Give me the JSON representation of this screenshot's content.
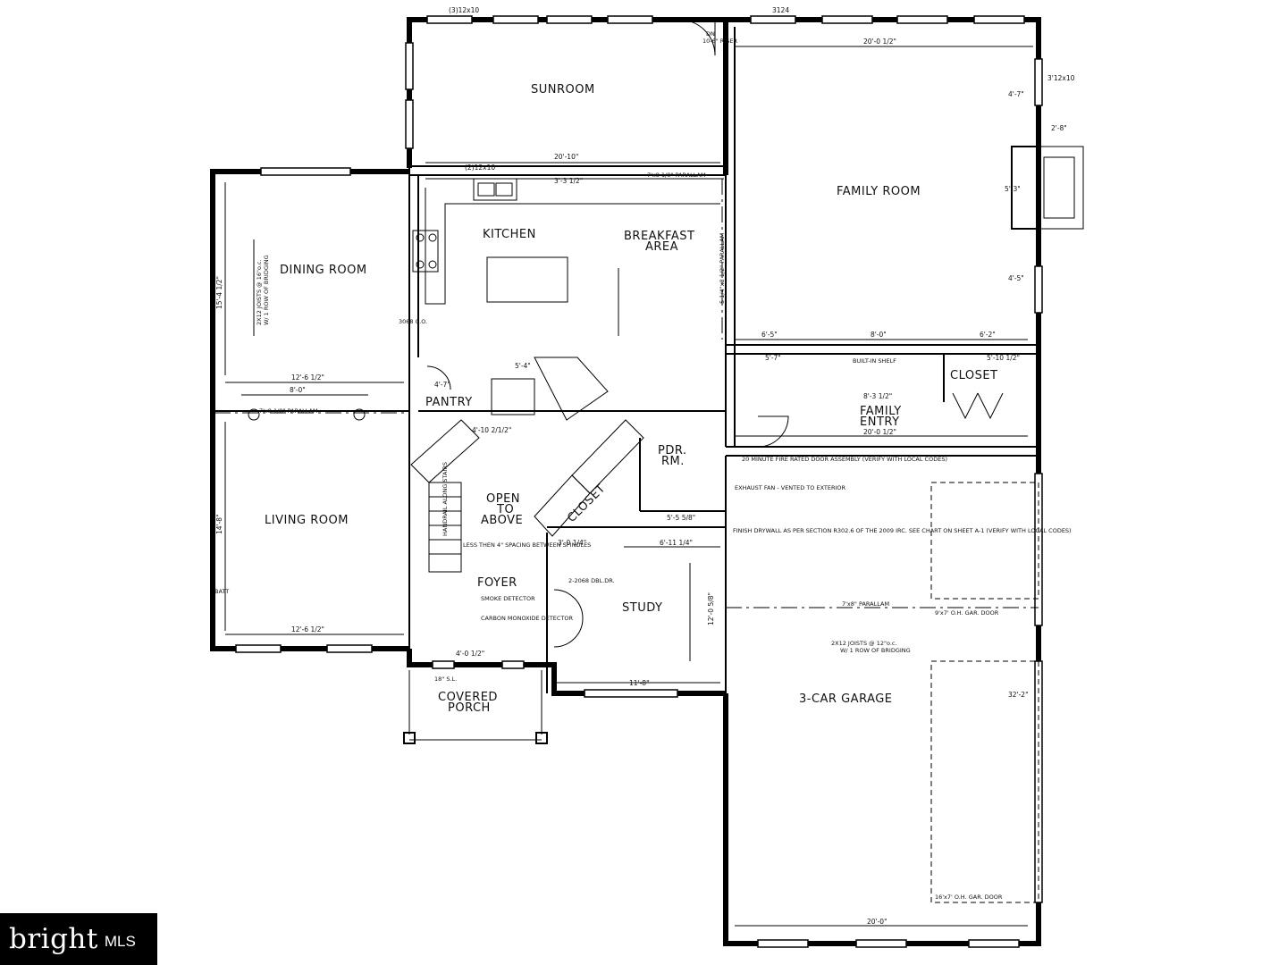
{
  "rooms": {
    "sunroom": "SUNROOM",
    "family_room": "FAMILY ROOM",
    "kitchen": "KITCHEN",
    "breakfast_1": "BREAKFAST",
    "breakfast_2": "AREA",
    "dining_room": "DINING ROOM",
    "living_room": "LIVING ROOM",
    "pantry": "PANTRY",
    "closet": "CLOSET",
    "closet_2": "CLOSET",
    "family_entry_1": "FAMILY",
    "family_entry_2": "ENTRY",
    "pdr_1": "PDR.",
    "pdr_2": "RM.",
    "open_1": "OPEN",
    "open_2": "TO",
    "open_3": "ABOVE",
    "foyer": "FOYER",
    "study": "STUDY",
    "garage": "3-CAR GARAGE",
    "porch_1": "COVERED",
    "porch_2": "PORCH"
  },
  "dimensions": {
    "sunroom_w": "20'-10\"",
    "family_w": "20'-0 1/2\"",
    "family_dim_a": "4'-7\"",
    "family_dim_b": "4'-5\"",
    "fireplace_w": "2'-8\"",
    "fireplace_h": "5'-3\"",
    "kitchen_counter": "3'-3 1/2\"",
    "dining_w": "12'-6 1/2\"",
    "dining_h": "15'-4 1/2\"",
    "dining_b": "8'-0\"",
    "living_w": "12'-6 1/2\"",
    "living_h": "14'-8\"",
    "shelf_a": "6'-5\"",
    "shelf_b": "8'-0\"",
    "shelf_c": "6'-2\"",
    "entry_a": "5'-7\"",
    "entry_b": "5'-10 1/2\"",
    "entry_c": "8'-3 1/2\"",
    "entry_w": "20'-0 1/2\"",
    "stair_a": "5'-4\"",
    "stair_b": "4'-7\"",
    "stair_c": "4'-10 2/1/2\"",
    "pdr_a": "5'-5 5/8\"",
    "pdr_b": "6'-11 1/4\"",
    "study_a": "3'-0 1/4\"",
    "study_w": "11'-8\"",
    "study_h": "12'-0 5/8\"",
    "foyer_a": "4'-0 1/2\"",
    "garage_w": "20'-0\"",
    "garage_h": "32'-2\"",
    "win_3124": "(3)12x10",
    "win_3124b": "3124",
    "win_312": "(2)12x10",
    "win_3124c": "3'12x10"
  },
  "notes": {
    "dn_riser": "DN",
    "riser": "10-6\" RISER",
    "builtin": "BUILT-IN SHELF",
    "beam_1": "7'x8 1/8\" PARALLAM",
    "beam_2": "7'x8 1/8\" PARALLAM",
    "beam_3": "5 1/4\"x8 1/2\" PARALLAM",
    "beam_4": "7'x8\" PARALLAM",
    "joists_1": "2X12 JOISTS @ 16\"o.c.",
    "joists_1b": "W/ 1 ROW OF BRIDGING",
    "joists_2": "2X12 JOISTS @ 12\"o.c.",
    "joists_2b": "W/ 1 ROW OF BRIDGING",
    "fire_door": "20 MINUTE FIRE RATED DOOR ASSEMBLY (VERIFY WITH LOCAL CODES)",
    "exhaust": "EXHAUST FAN - VENTED TO EXTERIOR",
    "drywall": "FINISH DRYWALL AS PER SECTION R302.6 OF THE 2009 IRC. SEE CHART ON SHEET A-1 (VERIFY WITH LOCAL CODES)",
    "ohdoor_1": "9'x7' O.H. GAR. DOOR",
    "ohdoor_2": "16'x7' O.H. GAR. DOOR",
    "smoke": "SMOKE DETECTOR",
    "co": "CARBON MONOXIDE DETECTOR",
    "spindles": "LESS THEN 4\" SPACING BETWEEN SPINDLES",
    "handrail": "HANDRAIL ALONG STAIRS",
    "co_door": "3068 C.O.",
    "dblock": "2-2068 DBL.DR.",
    "batt": "BATT",
    "sl": "18\" S.L."
  },
  "logo": {
    "word": "bright",
    "mls": "MLS"
  }
}
